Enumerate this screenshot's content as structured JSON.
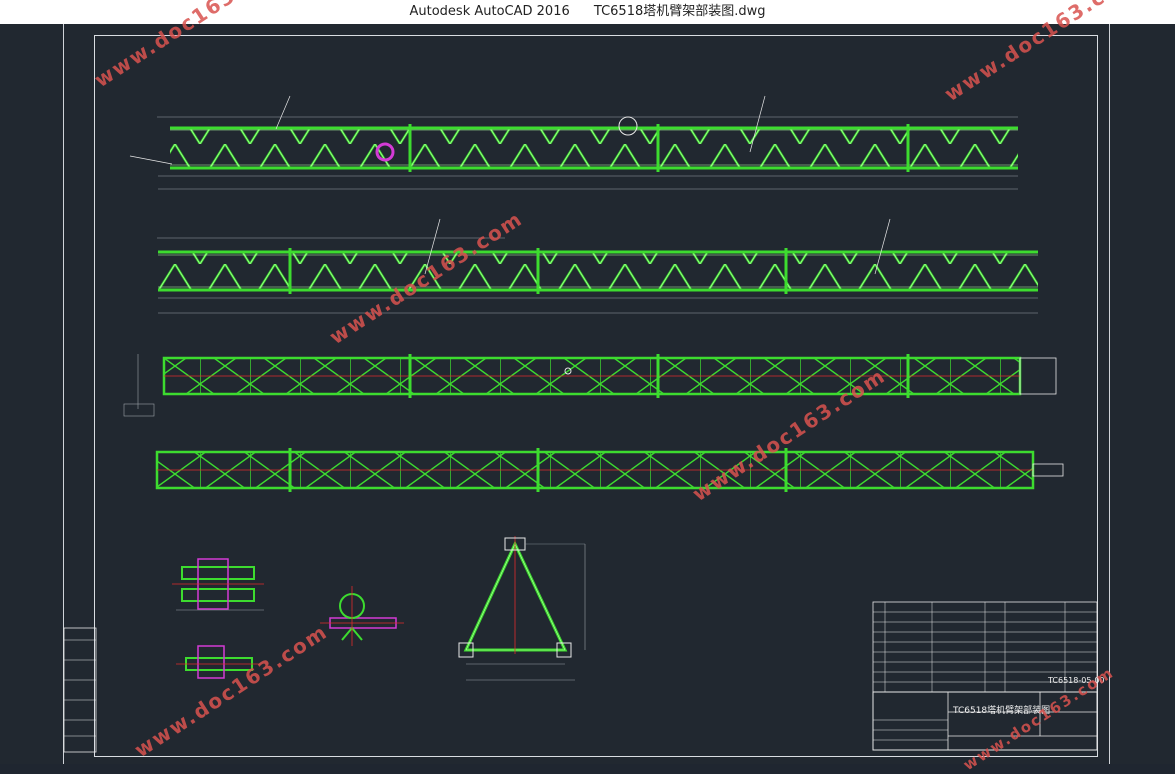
{
  "window": {
    "app_title": "Autodesk AutoCAD 2016",
    "file_name": "TC6518塔机臂架部装图.dwg"
  },
  "watermark": {
    "text": "www.doc163.com"
  },
  "title_block": {
    "drawing_title": "TC6518塔机臂架部装图",
    "drawing_number": "TC6518-05-00"
  },
  "colors": {
    "background": "#212830",
    "truss": "#3ddc2f",
    "truss_light": "#9cf58a",
    "center_line": "#e02b2b",
    "border": "#d9dde2",
    "magenta": "#d43bd6",
    "watermark": "#d9534f"
  }
}
